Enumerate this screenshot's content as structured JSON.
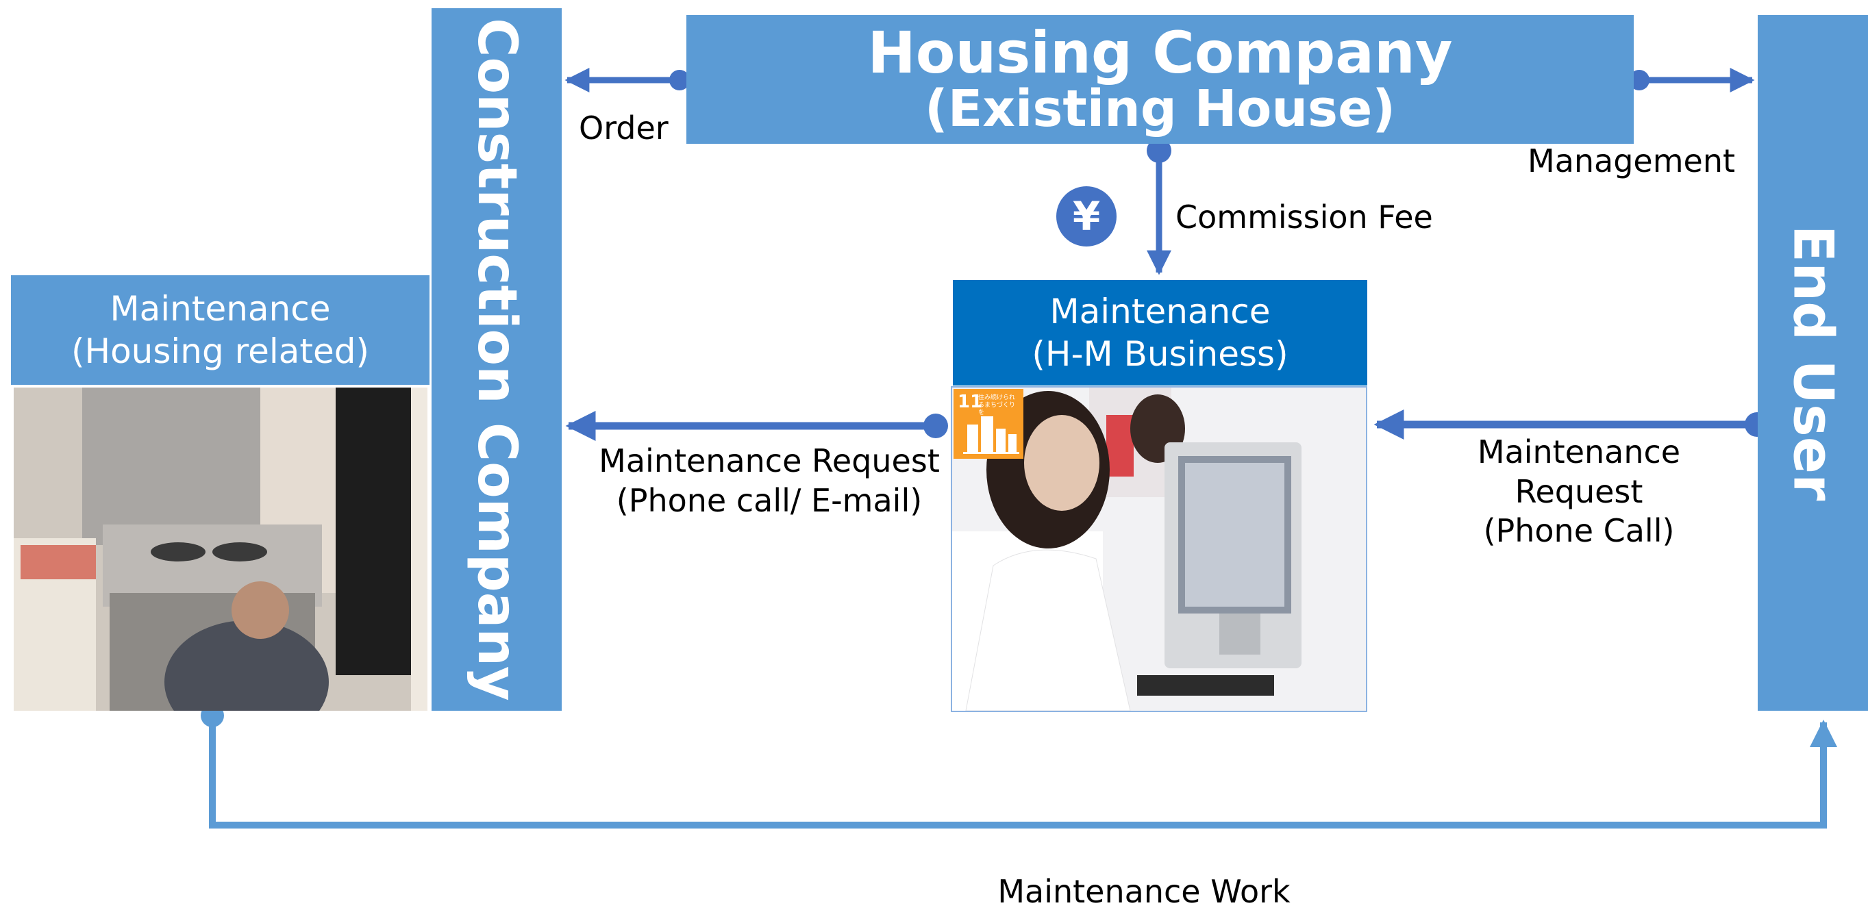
{
  "housing_company": {
    "line1": "Housing Company",
    "line2": "(Existing House)"
  },
  "construction_company": {
    "label": "Construction Company"
  },
  "end_user": {
    "label": "End User"
  },
  "maintenance_housing": {
    "line1": "Maintenance",
    "line2": "(Housing related)"
  },
  "maintenance_hm": {
    "line1": "Maintenance",
    "line2": "(H-M Business)"
  },
  "edges": {
    "order": "Order",
    "management": "Management",
    "commission_fee": "Commission Fee",
    "yen_symbol": "¥",
    "request_left_line1": "Maintenance Request",
    "request_left_line2": "(Phone call/ E-mail)",
    "request_right_line1": "Maintenance",
    "request_right_line2": "Request",
    "request_right_line3": "(Phone Call)",
    "maintenance_work": "Maintenance Work"
  },
  "sdg_badge": {
    "number": "11",
    "text": "住み続けられるまちづくりを"
  },
  "colors": {
    "box_blue": "#5b9bd5",
    "box_dark_blue": "#0070c0",
    "arrow": "#4472c4",
    "yen_circle": "#4472c4",
    "sdg_orange": "#f99d26"
  }
}
